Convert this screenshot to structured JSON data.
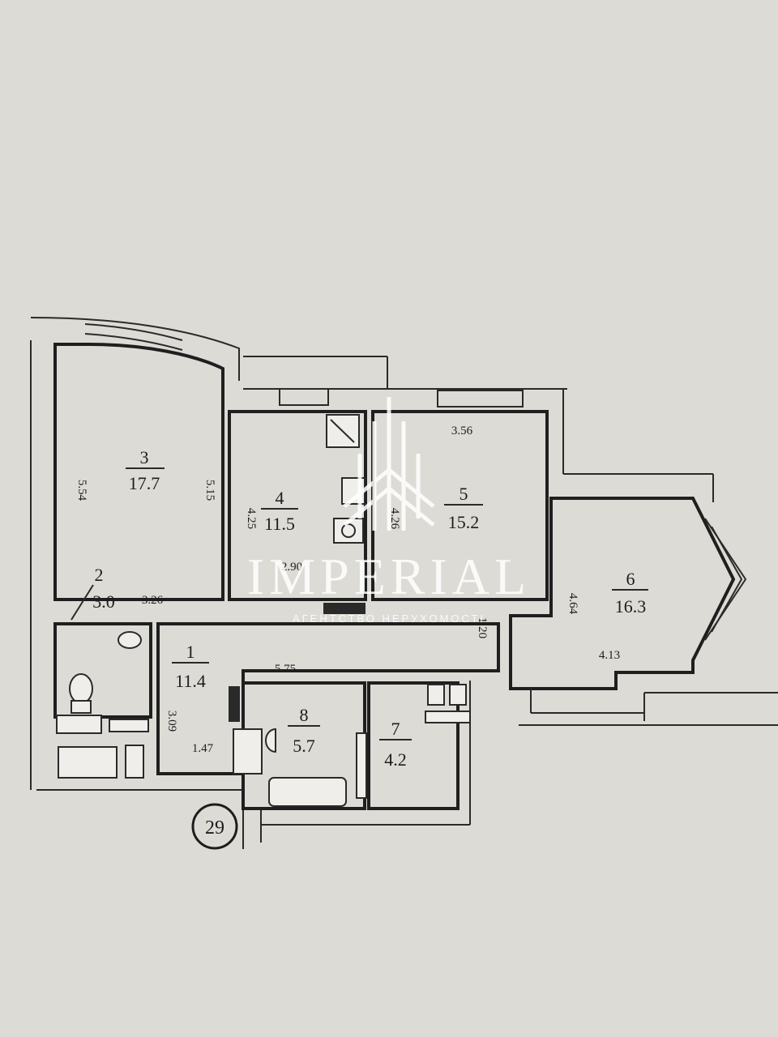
{
  "rooms": [
    {
      "num": "1",
      "area": "11.4"
    },
    {
      "num": "2",
      "area": "3.0"
    },
    {
      "num": "3",
      "area": "17.7"
    },
    {
      "num": "4",
      "area": "11.5"
    },
    {
      "num": "5",
      "area": "15.2"
    },
    {
      "num": "6",
      "area": "16.3"
    },
    {
      "num": "7",
      "area": "4.2"
    },
    {
      "num": "8",
      "area": "5.7"
    }
  ],
  "dimensions": {
    "r3_left": "5.54",
    "r3_right": "5.15",
    "r2_width": "3.26",
    "r4_left": "4.25",
    "r4_width": "2.90",
    "r5_top": "3.56",
    "r5_left": "4.26",
    "r6_left": "4.64",
    "r6_width": "4.13",
    "r1_corridor_h": "1.20",
    "r1_length": "5.75",
    "r1_left": "3.09",
    "r1_bottom": "1.47"
  },
  "unit_number": "29",
  "watermark": {
    "title": "IMPERIAL",
    "subtitle": "АГЕНТСТВО НЕРУХОМОСТІ"
  }
}
